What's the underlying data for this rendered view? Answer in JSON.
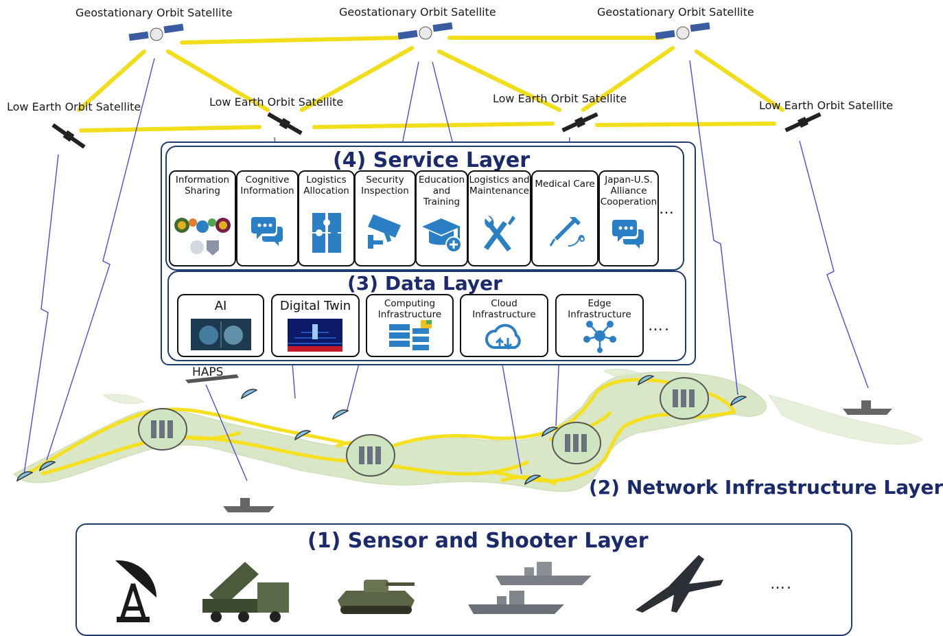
{
  "satellites": {
    "geo": [
      "Geostationary Orbit Satellite",
      "Geostationary Orbit Satellite",
      "Geostationary Orbit Satellite"
    ],
    "leo": [
      "Low Earth Orbit Satellite",
      "Low Earth Orbit Satellite",
      "Low Earth Orbit Satellite",
      "Low Earth Orbit Satellite"
    ]
  },
  "service_layer": {
    "title": "(4) Service Layer",
    "items": [
      {
        "label": "Information Sharing",
        "icon": "emblems-icon"
      },
      {
        "label": "Cognitive Information",
        "icon": "chat-bubbles-icon"
      },
      {
        "label": "Logistics Allocation",
        "icon": "puzzle-icon"
      },
      {
        "label": "Security Inspection",
        "icon": "security-camera-icon"
      },
      {
        "label": "Education and Training",
        "icon": "graduation-cap-icon"
      },
      {
        "label": "Logistics and Maintenance",
        "icon": "wrench-screwdriver-icon"
      },
      {
        "label": "Medical Care",
        "icon": "syringe-icon"
      },
      {
        "label": "Japan-U.S. Alliance Cooperation",
        "icon": "chat-bubbles-icon"
      }
    ],
    "more": "…"
  },
  "data_layer": {
    "title": "(3) Data Layer",
    "items": [
      {
        "label": "AI",
        "icon": "ai-image-icon"
      },
      {
        "label": "Digital Twin",
        "icon": "digital-twin-image-icon"
      },
      {
        "label": "Computing Infrastructure",
        "icon": "server-icon"
      },
      {
        "label": "Cloud Infrastructure",
        "icon": "cloud-sync-icon"
      },
      {
        "label": "Edge Infrastructure",
        "icon": "network-nodes-icon"
      }
    ],
    "more": "…."
  },
  "haps_label": "HAPS",
  "network_layer": {
    "title": "(2) Network Infrastructure Layer"
  },
  "sensor_layer": {
    "title": "(1) Sensor and Shooter Layer",
    "items": [
      "radar-dish-icon",
      "missile-launcher-icon",
      "tank-icon",
      "warships-icon",
      "fighter-jet-icon"
    ],
    "more": "…."
  },
  "colors": {
    "link": "#f2dd1a",
    "radio": "#4a4ae0",
    "title": "#1a2a6c",
    "icon_blue": "#2b7fc4",
    "land": "#d8e6c4"
  }
}
